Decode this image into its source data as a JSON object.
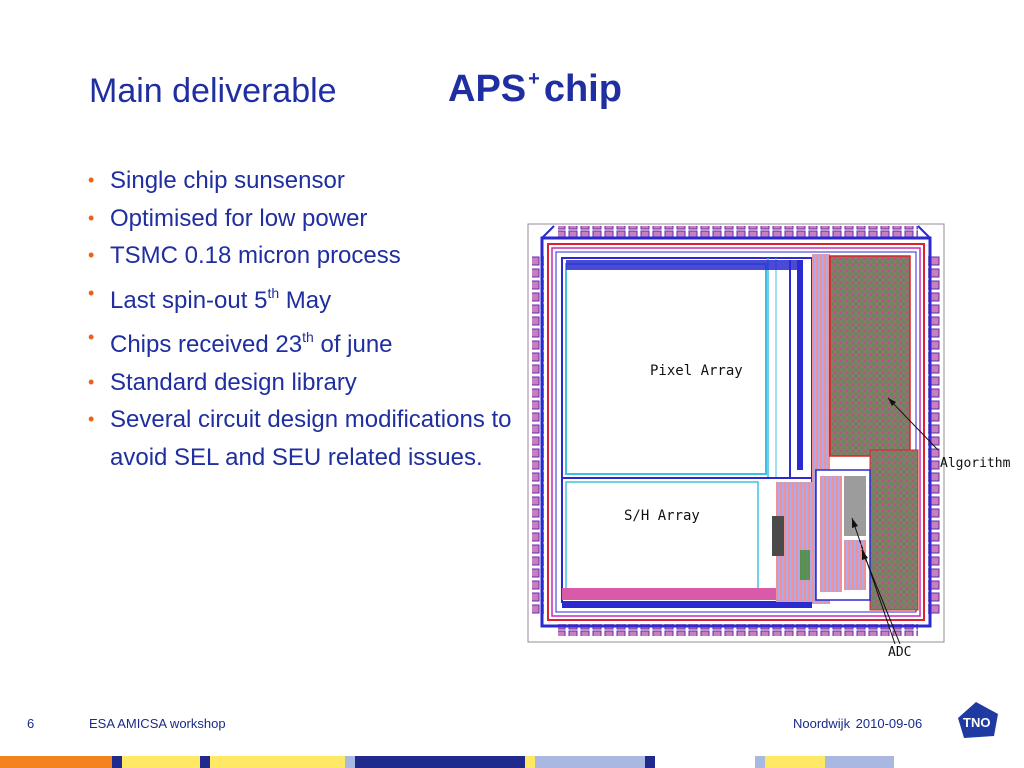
{
  "slide": {
    "title_left": "Main deliverable",
    "title_right_main": "APS",
    "title_right_sup": "+",
    "title_right_tail": "chip",
    "bullet_symbol": "•",
    "bullets": [
      {
        "text": "Single chip sunsensor"
      },
      {
        "text": "Optimised for low power"
      },
      {
        "text": "TSMC 0.18 micron process"
      },
      {
        "pre": "Last spin-out 5",
        "sup": "th",
        "post": " May"
      },
      {
        "pre": "Chips received 23",
        "sup": "th",
        "post": " of june"
      },
      {
        "text": "Standard design library"
      },
      {
        "text": "Several circuit design modifications to avoid SEL and SEU related issues."
      }
    ]
  },
  "chip_image": {
    "labels": {
      "pixel_array": "Pixel Array",
      "sh_array": "S/H Array",
      "algorithm": "Algorithm",
      "adc": "ADC"
    }
  },
  "footer": {
    "page_number": "6",
    "event": "ESA AMICSA workshop",
    "place_date": "Noordwijk  2010-09-06",
    "logo_text": "TNO"
  },
  "colors": {
    "title": "#1f2ea0",
    "bullet": "#e8621a",
    "footer_text": "#1a2a8c",
    "bar_orange": "#f4821f",
    "bar_yellow": "#ffe866",
    "bar_blue": "#1f2a8c",
    "bar_lightblue": "#a9b8e0"
  }
}
